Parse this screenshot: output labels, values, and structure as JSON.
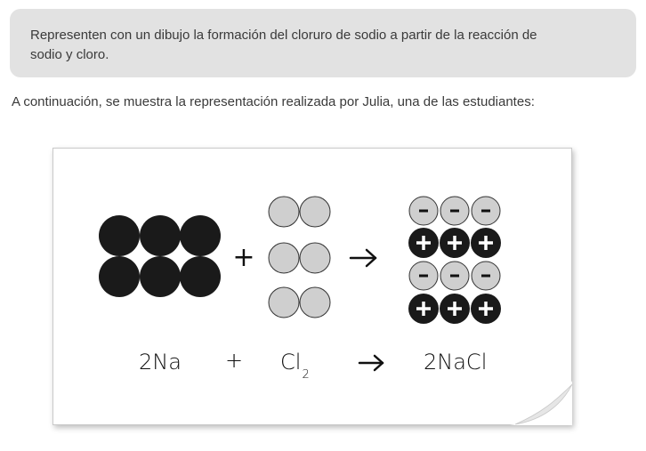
{
  "prompt": {
    "line1": "Representen con un dibujo la formación del cloruro de sodio a partir de la reacción de",
    "line2": "sodio y cloro."
  },
  "intro": "A continuación, se muestra la representación realizada por Julia, una de las estudiantes:",
  "equation": {
    "reactant1": "2Na",
    "plus": "+",
    "reactant2_main": "Cl",
    "reactant2_sub": "2",
    "product": "2NaCl"
  },
  "drawing": {
    "plus_sign": "+",
    "anion_symbol": "-",
    "cation_symbol": "+",
    "colors": {
      "sodium": "#1a1a1a",
      "chlorine": "#cfcfcf",
      "outline": "#333333"
    }
  }
}
